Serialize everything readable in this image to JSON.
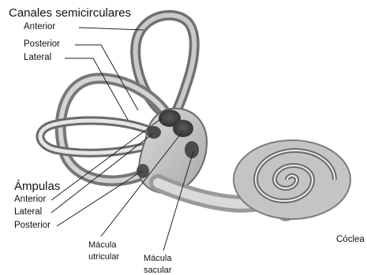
{
  "canales": {
    "title": "Canales semicirculares",
    "items": [
      "Anterior",
      "Posterior",
      "Lateral"
    ]
  },
  "ampulas": {
    "title": "Ámpulas",
    "items": [
      "Anterior",
      "Lateral",
      "Posterior"
    ]
  },
  "macula_utricular": [
    "Mácula",
    "utricular"
  ],
  "macula_sacular": [
    "Mácula",
    "sacular"
  ],
  "coclea": "Cóclea"
}
